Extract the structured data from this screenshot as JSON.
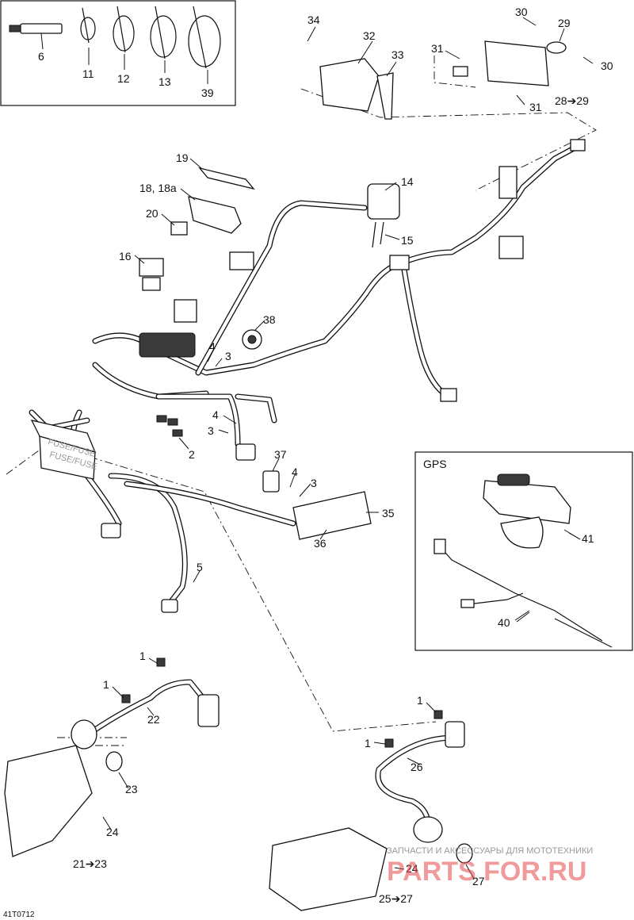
{
  "drawing_id": "41T0712",
  "gps_panel_title": "GPS",
  "callouts": [
    {
      "key": "c6",
      "text": "6"
    },
    {
      "key": "c11",
      "text": "11"
    },
    {
      "key": "c12",
      "text": "12"
    },
    {
      "key": "c13",
      "text": "13"
    },
    {
      "key": "c39",
      "text": "39"
    },
    {
      "key": "c34",
      "text": "34"
    },
    {
      "key": "c32",
      "text": "32"
    },
    {
      "key": "c33",
      "text": "33"
    },
    {
      "key": "c30a",
      "text": "30"
    },
    {
      "key": "c29",
      "text": "29"
    },
    {
      "key": "c31a",
      "text": "31"
    },
    {
      "key": "c30b",
      "text": "30"
    },
    {
      "key": "c31b",
      "text": "31"
    },
    {
      "key": "c2829",
      "text": "28➔29"
    },
    {
      "key": "c19",
      "text": "19"
    },
    {
      "key": "c18",
      "text": "18, 18a"
    },
    {
      "key": "c20",
      "text": "20"
    },
    {
      "key": "c16",
      "text": "16"
    },
    {
      "key": "c14",
      "text": "14"
    },
    {
      "key": "c15",
      "text": "15"
    },
    {
      "key": "c38",
      "text": "38"
    },
    {
      "key": "c4a",
      "text": "4"
    },
    {
      "key": "c3a",
      "text": "3"
    },
    {
      "key": "c4b",
      "text": "4"
    },
    {
      "key": "c3b",
      "text": "3"
    },
    {
      "key": "c2",
      "text": "2"
    },
    {
      "key": "c37",
      "text": "37"
    },
    {
      "key": "c4c",
      "text": "4"
    },
    {
      "key": "c3c",
      "text": "3"
    },
    {
      "key": "c35",
      "text": "35"
    },
    {
      "key": "c36",
      "text": "36"
    },
    {
      "key": "c5",
      "text": "5"
    },
    {
      "key": "c41",
      "text": "41"
    },
    {
      "key": "c40",
      "text": "40"
    },
    {
      "key": "c1a",
      "text": "1"
    },
    {
      "key": "c1b",
      "text": "1"
    },
    {
      "key": "c22",
      "text": "22"
    },
    {
      "key": "c23",
      "text": "23"
    },
    {
      "key": "c24a",
      "text": "24"
    },
    {
      "key": "c2123",
      "text": "21➔23"
    },
    {
      "key": "c1c",
      "text": "1"
    },
    {
      "key": "c1d",
      "text": "1"
    },
    {
      "key": "c26",
      "text": "26"
    },
    {
      "key": "c24b",
      "text": "24"
    },
    {
      "key": "c27",
      "text": "27"
    },
    {
      "key": "c2527",
      "text": "25➔27"
    }
  ],
  "fuse_box_label_top": "FUSE/FUSE",
  "fuse_box_label_bottom": "FUSE/FUSE",
  "watermark": {
    "tagline": "ЗАПЧАСТИ И АКСЕССУАРЫ ДЛЯ МОТОТЕХНИКИ",
    "brand": "PARTS FOR.RU"
  }
}
